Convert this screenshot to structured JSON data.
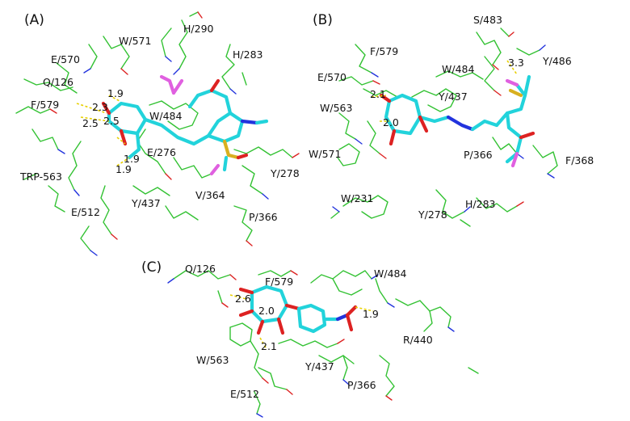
{
  "colors": {
    "residue_carbon": "#33c233",
    "nitrogen": "#2233dd",
    "oxygen": "#dd2222",
    "hydrogen": "#cccccc",
    "ligand_carbon": "#22d3db",
    "fluorine": "#e060e0",
    "sulfur": "#d8b020",
    "hbond": "#e8d000"
  },
  "panels": [
    {
      "label": "(A)",
      "residues": [
        "H/290",
        "W/571",
        "E/570",
        "H/283",
        "Q/126",
        "F/579",
        "W/484",
        "E/276",
        "TRP-563",
        "Y/278",
        "V/364",
        "Y/437",
        "E/512",
        "P/366"
      ],
      "distances": [
        "1.9",
        "2.3",
        "2.5",
        "2.5",
        "1.9",
        "1.9"
      ]
    },
    {
      "label": "(B)",
      "residues": [
        "S/483",
        "F/579",
        "Y/486",
        "E/570",
        "W/484",
        "W/563",
        "Y/437",
        "P/366",
        "W/571",
        "F/368",
        "W/231",
        "Y/278",
        "H/283"
      ],
      "distances": [
        "3.3",
        "2.1",
        "2.0"
      ]
    },
    {
      "label": "(C)",
      "residues": [
        "Q/126",
        "W/484",
        "F/579",
        "R/440",
        "W/563",
        "Y/437",
        "P/366",
        "E/512"
      ],
      "distances": [
        "2.6",
        "2.0",
        "1.9",
        "2.1"
      ]
    }
  ]
}
